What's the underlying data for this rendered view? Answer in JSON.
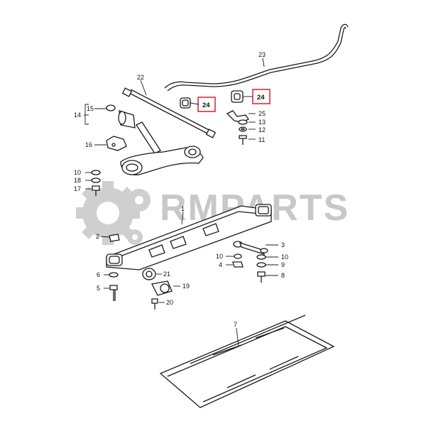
{
  "watermark": {
    "text": "RMPARTS"
  },
  "colors": {
    "line": "#1a1a1a",
    "highlight": "#d8202a",
    "watermark": "#c8c8c8"
  },
  "callouts": {
    "c1": "1",
    "c2": "2",
    "c3": "3",
    "c4": "4",
    "c5": "5",
    "c6": "6",
    "c7": "7",
    "c8": "8",
    "c9": "9",
    "c10a": "10",
    "c10b": "10",
    "c10c": "10",
    "c11": "11",
    "c12": "12",
    "c13": "13",
    "c14": "14",
    "c15": "15",
    "c16": "16",
    "c17": "17",
    "c18": "18",
    "c19": "19",
    "c20": "20",
    "c21": "21",
    "c22": "22",
    "c23": "23",
    "c24a": "24",
    "c24b": "24",
    "c25": "25"
  }
}
